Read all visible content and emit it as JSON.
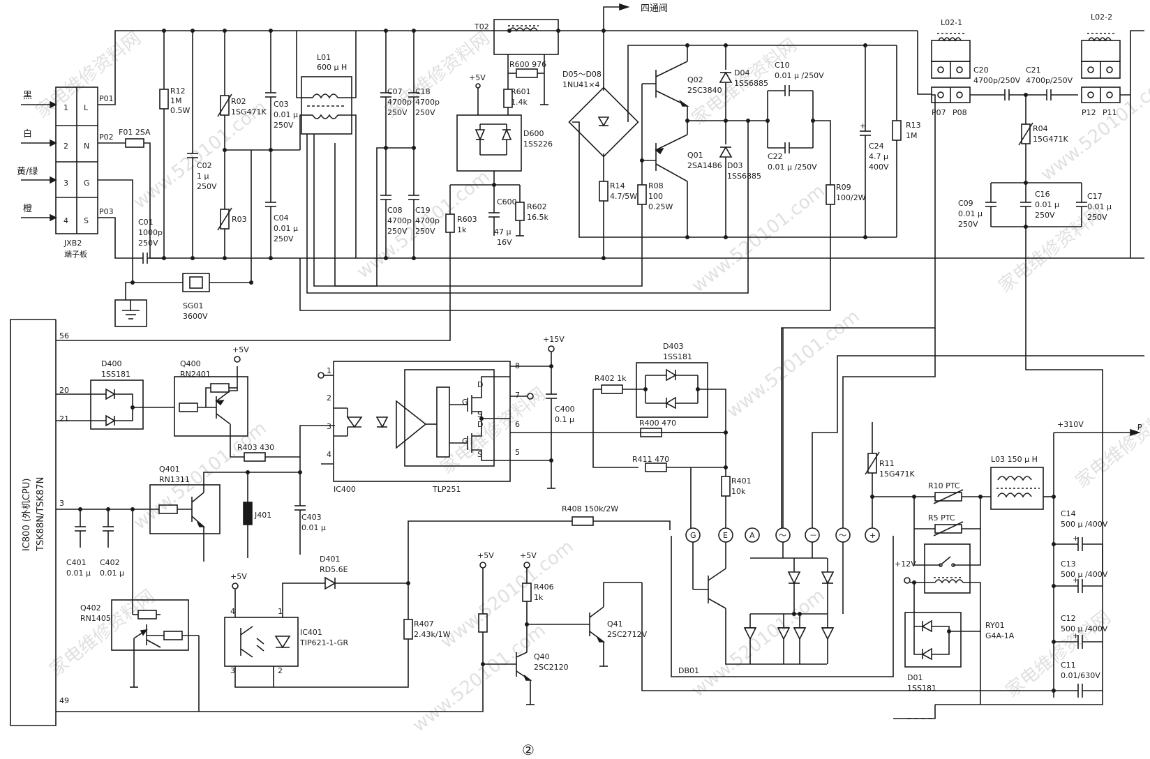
{
  "page_number": "②",
  "watermarks": {
    "cn": "家电维修资料网",
    "url": "www.520101.com"
  },
  "terminal_block": {
    "name": "JXB2",
    "caption": "端子板",
    "wires": [
      "黑",
      "白",
      "黄/绿",
      "橙"
    ],
    "pins": [
      "1",
      "2",
      "3",
      "4"
    ],
    "pin_names": [
      "L",
      "N",
      "G",
      "S"
    ],
    "ports": [
      "P01",
      "P02",
      "P03"
    ]
  },
  "top_labels": {
    "four_way_valve": "四通阀",
    "t02": "T02",
    "plus5v": "+5V"
  },
  "components": {
    "F01": "F01  2SA",
    "C01": [
      "C01",
      "1000p",
      "250V"
    ],
    "SG01": [
      "SG01",
      "3600V"
    ],
    "R12": [
      "R12",
      "1M",
      "0.5W"
    ],
    "C02": [
      "C02",
      "1 μ",
      "250V"
    ],
    "R02": [
      "R02",
      "1SG471K"
    ],
    "R03": "R03",
    "C03": [
      "C03",
      "0.01 μ",
      "250V"
    ],
    "C04": [
      "C04",
      "0.01 μ",
      "250V"
    ],
    "L01": [
      "L01",
      "600 μ H"
    ],
    "C07": [
      "C07",
      "4700p",
      "250V"
    ],
    "C18": [
      "C18",
      "4700p",
      "250V"
    ],
    "C08": [
      "C08",
      "4700p",
      "250V"
    ],
    "C19": [
      "C19",
      "4700p",
      "250V"
    ],
    "R600": "R600  976",
    "R601": [
      "R601",
      "1.4k"
    ],
    "D600": [
      "D600",
      "1SS226"
    ],
    "R603": [
      "R603",
      "1k"
    ],
    "C600": [
      "C600",
      "47 μ",
      "16V"
    ],
    "R602": [
      "R602",
      "16.5k"
    ],
    "D05": [
      "D05～D08",
      "1NU41×4"
    ],
    "R14": [
      "R14",
      "4.7/5W"
    ],
    "R08": [
      "R08",
      "100",
      "0.25W"
    ],
    "Q02": [
      "Q02",
      "2SC3840"
    ],
    "Q01": [
      "Q01",
      "2SA1486"
    ],
    "D04": [
      "D04",
      "1SS6885"
    ],
    "D03": [
      "D03",
      "1SS6885"
    ],
    "C10": [
      "C10",
      "0.01 μ /250V"
    ],
    "C22": [
      "C22",
      "0.01 μ /250V"
    ],
    "C24": [
      "C24",
      "4.7 μ",
      "400V"
    ],
    "R09": [
      "R09",
      "100/2W"
    ],
    "R13": [
      "R13",
      "1M"
    ],
    "L02_1": "L02-1",
    "L02_2": "L02-2",
    "P07": "P07",
    "P08": "P08",
    "P12": "P12",
    "P11": "P11",
    "C20": [
      "C20",
      "4700p/250V"
    ],
    "C21": [
      "C21",
      "4700p/250V"
    ],
    "R04": [
      "R04",
      "15G471K"
    ],
    "C09": [
      "C09",
      "0.01 μ",
      "250V"
    ],
    "C16": [
      "C16",
      "0.01 μ",
      "250V"
    ],
    "C17": [
      "C17",
      "0.01 μ",
      "250V"
    ],
    "IC800": [
      "IC800 (外机CPU)",
      "TSK88N/TSK87N"
    ],
    "ic_pins": [
      "56",
      "20",
      "21",
      "3",
      "49"
    ],
    "D400": [
      "D400",
      "1SS181"
    ],
    "Q400": [
      "Q400",
      "RN2401"
    ],
    "R403": "R403  430",
    "Q401": [
      "Q401",
      "RN1311"
    ],
    "J401": "J401",
    "C403": [
      "C403",
      "0.01 μ"
    ],
    "C401": [
      "C401",
      "0.01 μ"
    ],
    "C402": [
      "C402",
      "0.01 μ"
    ],
    "Q402": [
      "Q402",
      "RN1405"
    ],
    "IC401": [
      "IC401",
      "TIP621-1-GR"
    ],
    "IC401_pins": [
      "4",
      "1",
      "3",
      "2"
    ],
    "D401": [
      "D401",
      "RD5.6E"
    ],
    "R407": [
      "R407",
      "2.43k/1W"
    ],
    "R408": "R408  150k/2W",
    "R406": [
      "R406",
      "1k"
    ],
    "Q40": [
      "Q40",
      "2SC2120"
    ],
    "Q41": [
      "Q41",
      "2SC2712V"
    ],
    "IC400": "IC400",
    "TLP251": "TLP251",
    "IC400_pins": [
      "1",
      "2",
      "3",
      "4",
      "8",
      "7",
      "6",
      "5"
    ],
    "plus15v": "+15V",
    "C400": [
      "C400",
      "0.1 μ"
    ],
    "D403": [
      "D403",
      "1SS181"
    ],
    "R402": "R402  1k",
    "R400": "R400  470",
    "R411": "R411  470",
    "R401": [
      "R401",
      "10k"
    ],
    "DB01": "DB01",
    "module_pins": [
      "G",
      "E",
      "A",
      "～",
      "－",
      "～",
      "+"
    ],
    "R11": [
      "R11",
      "15G471K"
    ],
    "R10": "R10 PTC",
    "R5": "R5  PTC",
    "L03": "L03  150 μ H",
    "plus310v": "+310V",
    "plus12v": "+12V",
    "RY01": [
      "RY01",
      "G4A-1A"
    ],
    "D01": [
      "D01",
      "1SS181"
    ],
    "C14": [
      "C14",
      "500 μ /400V"
    ],
    "C13": [
      "C13",
      "500 μ /400V"
    ],
    "C12": [
      "C12",
      "500 μ /400V"
    ],
    "C11": [
      "C11",
      "0.01/630V"
    ],
    "edge_P": "P"
  }
}
